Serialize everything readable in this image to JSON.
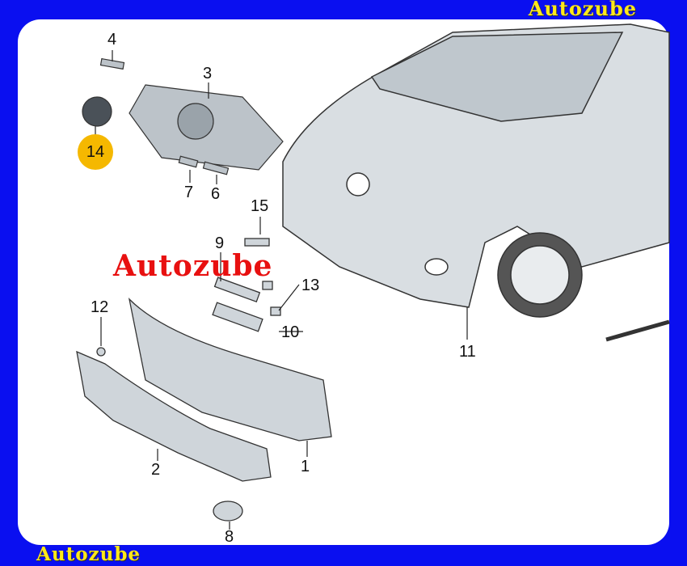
{
  "watermarks": {
    "top": "Autozube",
    "middle": "Autozube",
    "bottom": "Autozube"
  },
  "part_labels": {
    "p1": "1",
    "p2": "2",
    "p3": "3",
    "p4": "4",
    "p6": "6",
    "p7": "7",
    "p8": "8",
    "p9": "9",
    "p10": "10",
    "p11": "11",
    "p12": "12",
    "p13": "13",
    "p14": "14",
    "p15": "15"
  },
  "colors": {
    "frame": "#0a0ff0",
    "watermark_yellow": "#ffe81a",
    "watermark_red": "#e81010",
    "highlight": "#f5b800"
  }
}
